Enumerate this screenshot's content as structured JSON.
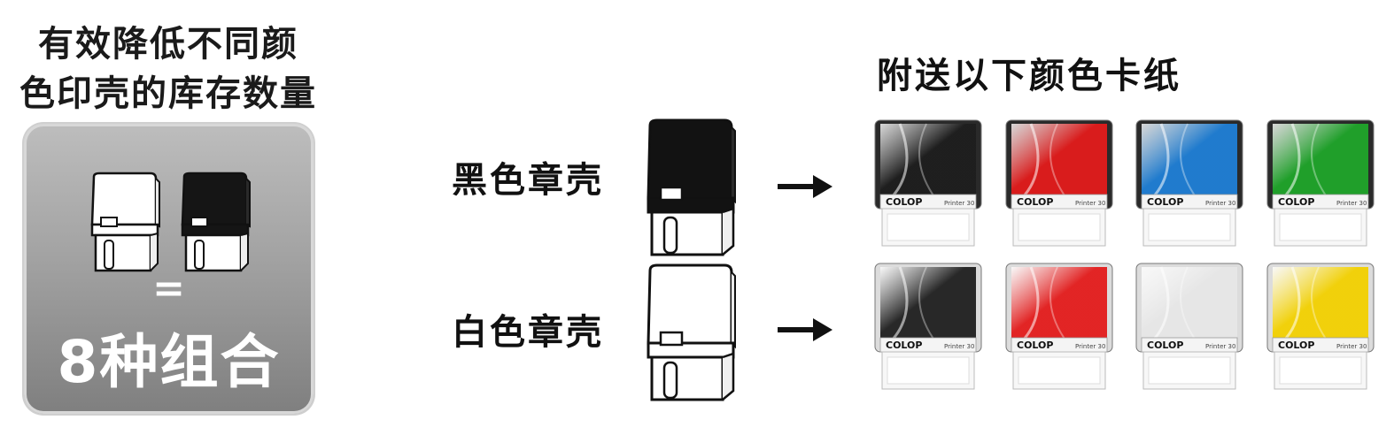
{
  "headline": {
    "line1": "有效降低不同颜",
    "line2": "色印壳的库存数量"
  },
  "panel": {
    "equals": "=",
    "result": "8种组合"
  },
  "rows": [
    {
      "label": "黑色章壳",
      "shell": "black"
    },
    {
      "label": "白色章壳",
      "shell": "white"
    }
  ],
  "gift_title": "附送以下颜色卡纸",
  "stamps": {
    "brand": "COLOP",
    "model": "Printer 30",
    "row1_colors": [
      "#1e1e1e",
      "#e21b1b",
      "#1f7fd6",
      "#1fa52a"
    ],
    "row2_colors": [
      "#1e1e1e",
      "#e21b1b",
      "#e6e6e6",
      "#f2d000"
    ],
    "row1_shell": "#2a2a2a",
    "row2_shell": "#dcdcdc"
  }
}
